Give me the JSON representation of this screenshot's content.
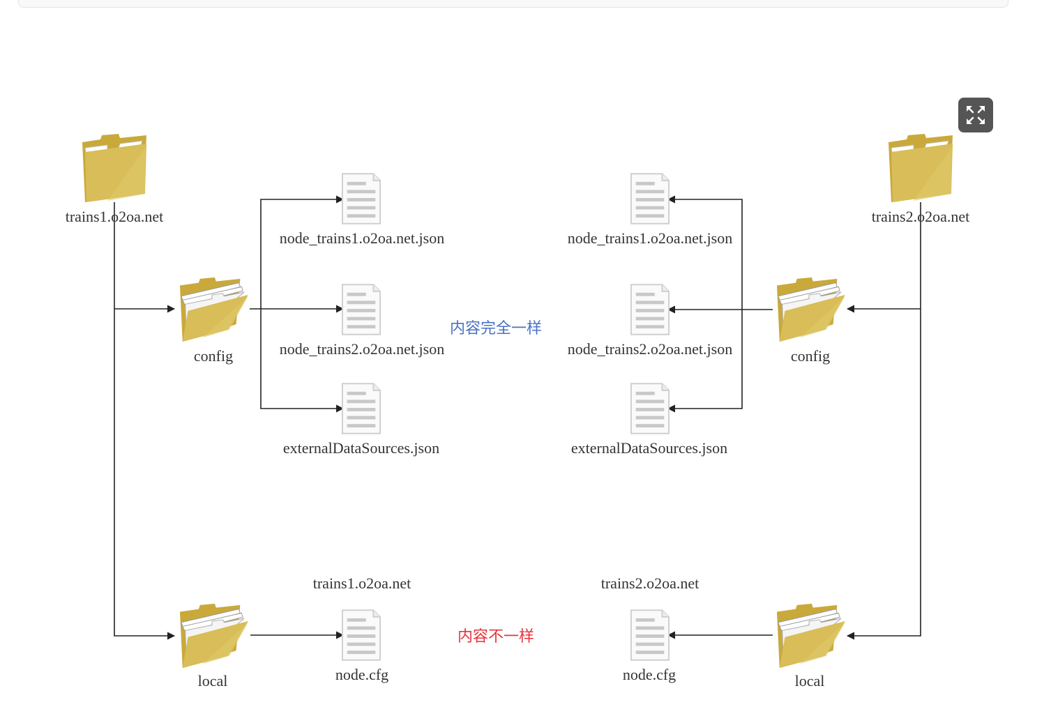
{
  "colors": {
    "same_note": "#4a72c4",
    "diff_note": "#e8343c",
    "folder": "#d4b44a",
    "line": "#222222",
    "label": "#333333"
  },
  "toolbar": {
    "fullscreen_icon": "expand-arrows-icon"
  },
  "left": {
    "root_label": "trains1.o2oa.net",
    "config_label": "config",
    "local_label": "local",
    "config_files": [
      "node_trains1.o2oa.net.json",
      "node_trains2.o2oa.net.json",
      "externalDataSources.json"
    ],
    "local_file": "node.cfg",
    "local_file_caption": "trains1.o2oa.net"
  },
  "right": {
    "root_label": "trains2.o2oa.net",
    "config_label": "config",
    "local_label": "local",
    "config_files": [
      "node_trains1.o2oa.net.json",
      "node_trains2.o2oa.net.json",
      "externalDataSources.json"
    ],
    "local_file": "node.cfg",
    "local_file_caption": "trains2.o2oa.net"
  },
  "notes": {
    "same": "内容完全一样",
    "different": "内容不一样"
  }
}
